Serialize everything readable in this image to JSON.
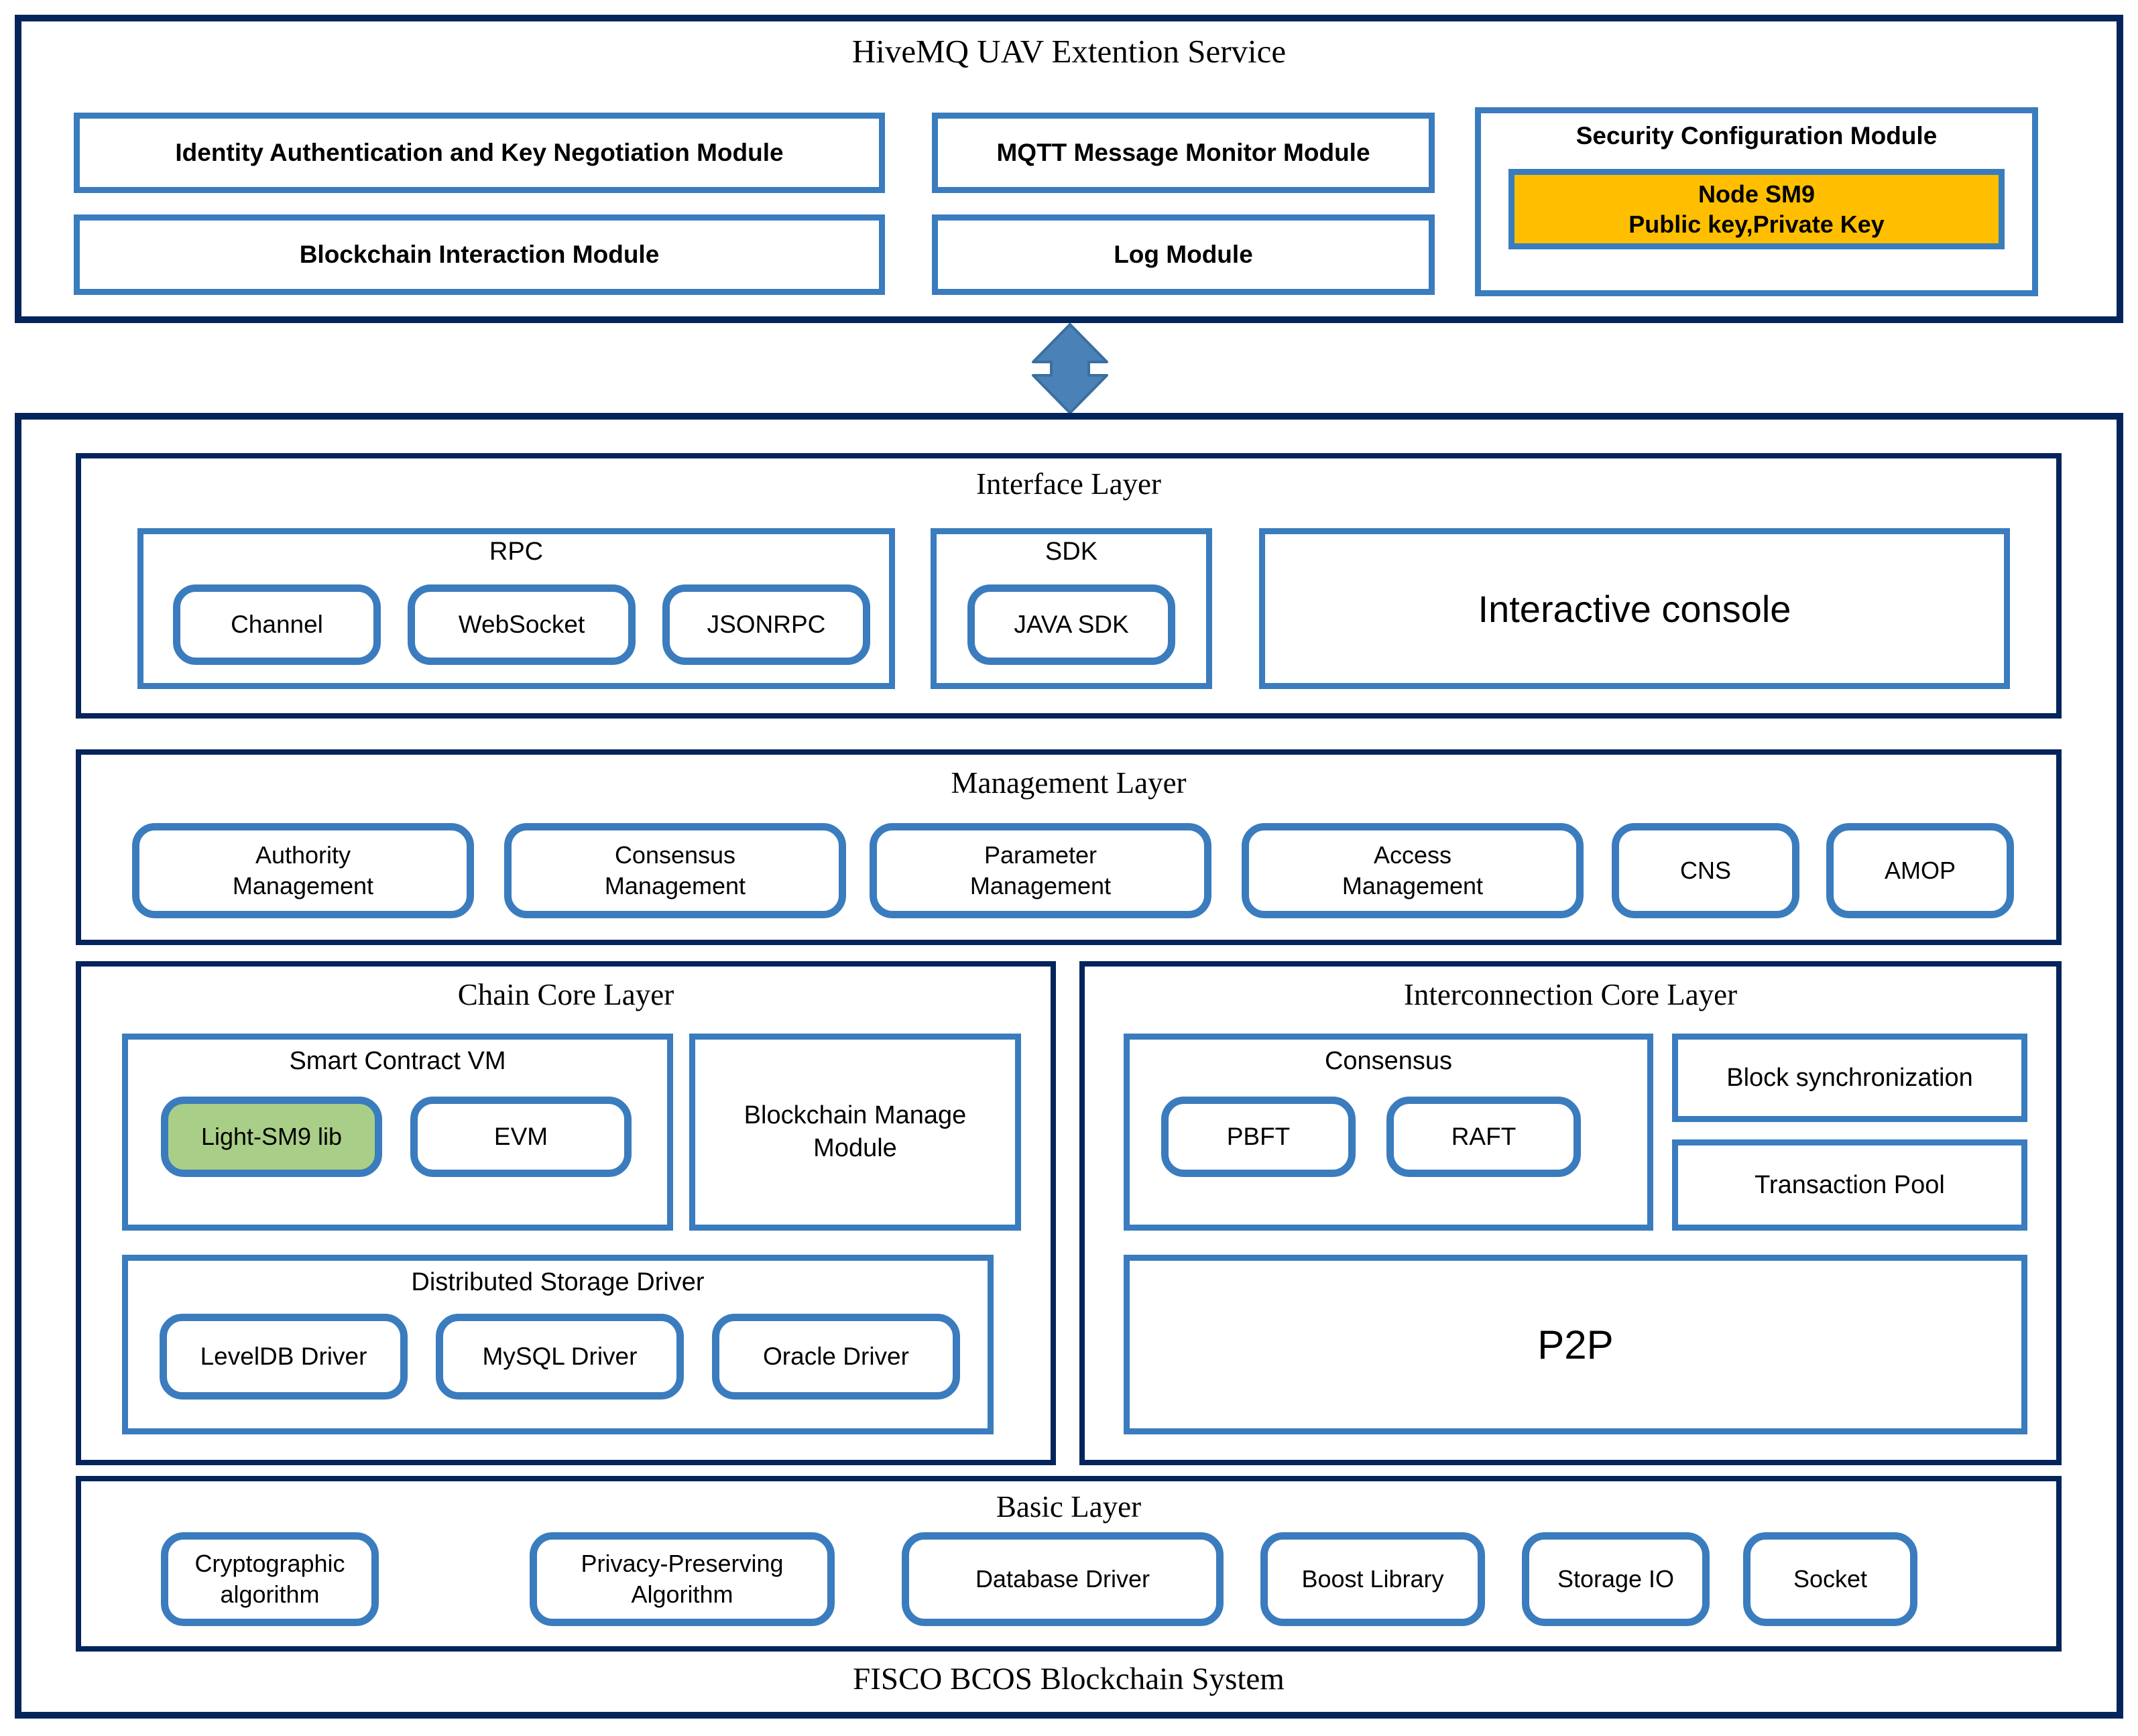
{
  "top_panel": {
    "title": "HiveMQ UAV Extention Service",
    "modules": {
      "identity": "Identity Authentication and Key Negotiation Module",
      "blockchain_interaction": "Blockchain Interaction Module",
      "mqtt_monitor": "MQTT Message Monitor Module",
      "log": "Log Module",
      "security_config": "Security Configuration Module",
      "node_sm9_line1": "Node SM9",
      "node_sm9_line2": "Public key,Private Key"
    }
  },
  "connector": {
    "icon": "double-arrow-up-down-icon"
  },
  "bottom_panel": {
    "title": "FISCO BCOS Blockchain System",
    "interface_layer": {
      "title": "Interface Layer",
      "rpc": {
        "title": "RPC",
        "items": [
          "Channel",
          "WebSocket",
          "JSONRPC"
        ]
      },
      "sdk": {
        "title": "SDK",
        "items": [
          "JAVA SDK"
        ]
      },
      "console": "Interactive console"
    },
    "management_layer": {
      "title": "Management Layer",
      "items": [
        "Authority\nManagement",
        "Consensus\nManagement",
        "Parameter\nManagement",
        "Access\nManagement",
        "CNS",
        "AMOP"
      ]
    },
    "chain_core_layer": {
      "title": "Chain Core Layer",
      "smart_contract_vm": {
        "title": "Smart Contract VM",
        "items": [
          "Light-SM9 lib",
          "EVM"
        ]
      },
      "blockchain_manage_module": "Blockchain Manage\nModule",
      "distributed_storage_driver": {
        "title": "Distributed Storage Driver",
        "items": [
          "LevelDB Driver",
          "MySQL Driver",
          "Oracle Driver"
        ]
      }
    },
    "interconnection_core_layer": {
      "title": "Interconnection Core Layer",
      "consensus": {
        "title": "Consensus",
        "items": [
          "PBFT",
          "RAFT"
        ]
      },
      "block_synchronization": "Block synchronization",
      "transaction_pool": "Transaction Pool",
      "p2p": "P2P"
    },
    "basic_layer": {
      "title": "Basic Layer",
      "items": [
        "Cryptographic\nalgorithm",
        "Privacy-Preserving\nAlgorithm",
        "Database Driver",
        "Boost Library",
        "Storage IO",
        "Socket"
      ]
    }
  },
  "colors": {
    "outer_border": "#04245C",
    "inner_border": "#3A7CBE",
    "highlight_key": "#FFBF00",
    "highlight_lib": "#A9CE87",
    "arrow_fill": "#4A82B8",
    "arrow_stroke": "#3A6FA0",
    "background": "#FFFFFF"
  }
}
